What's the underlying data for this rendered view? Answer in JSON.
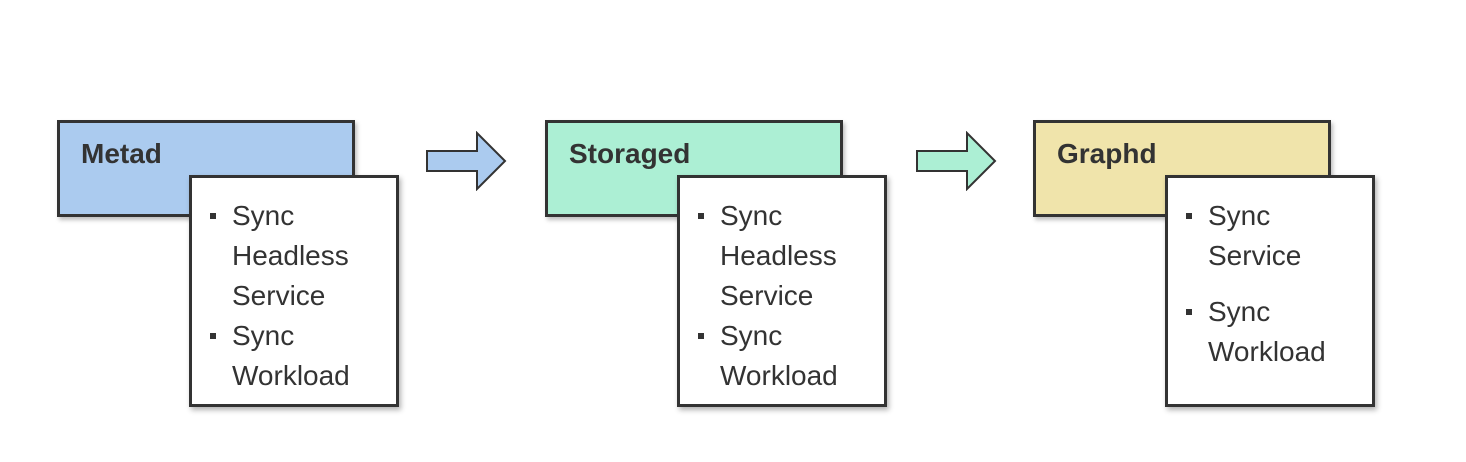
{
  "stages": [
    {
      "title": "Metad",
      "color": "#abcbef",
      "items": [
        "Sync Headless Service",
        "Sync Workload"
      ]
    },
    {
      "title": "Storaged",
      "color": "#acefd4",
      "items": [
        "Sync Headless Service",
        "Sync Workload"
      ]
    },
    {
      "title": "Graphd",
      "color": "#f0e4ab",
      "items": [
        "Sync Service",
        "Sync Workload"
      ]
    }
  ],
  "arrows": [
    {
      "color": "#abcbef"
    },
    {
      "color": "#acefd4"
    }
  ]
}
